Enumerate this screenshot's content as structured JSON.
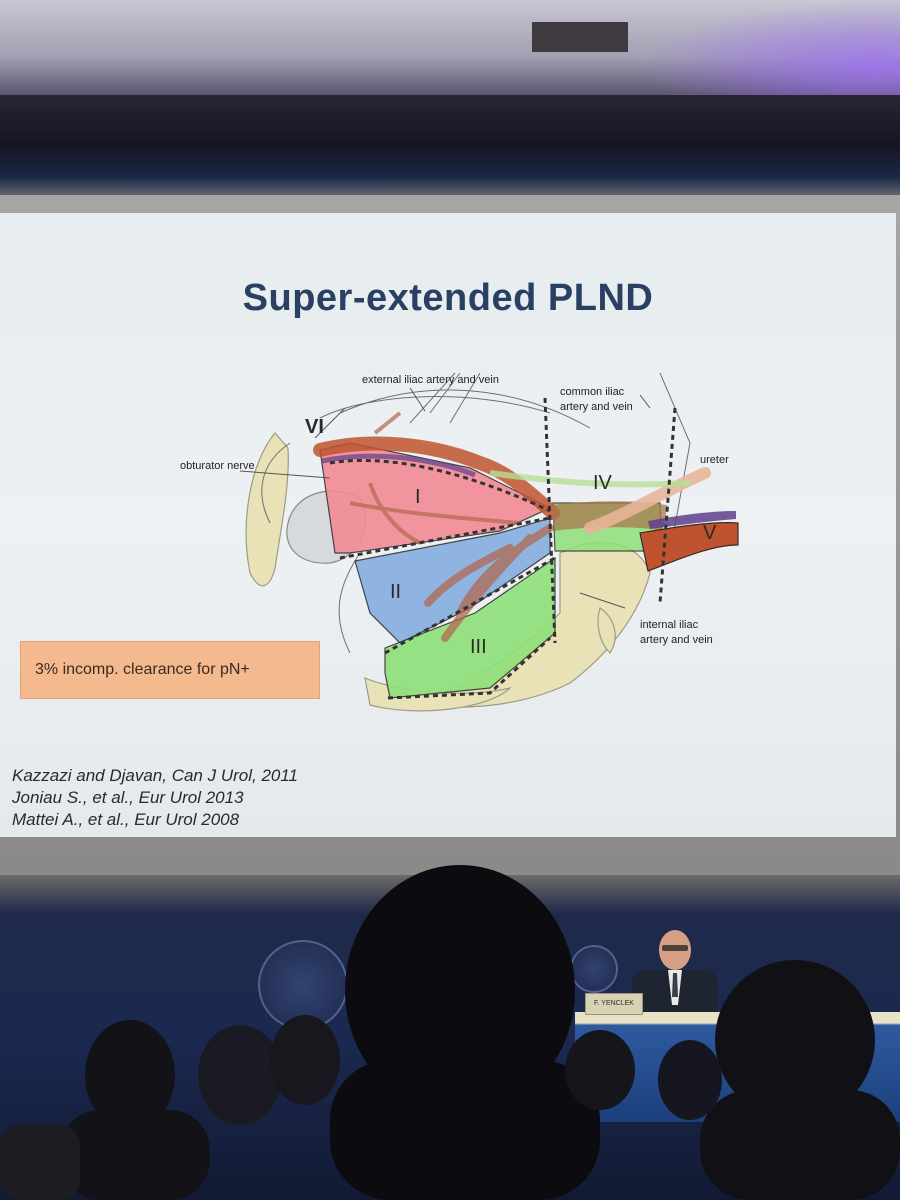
{
  "slide": {
    "title": "Super-extended PLND",
    "callout": "3% incomp. clearance for pN+",
    "references": [
      "Kazzazi and Djavan, Can J Urol, 2011",
      "Joniau S., et al., Eur Urol 2013",
      "Mattei A., et al., Eur Urol 2008"
    ]
  },
  "diagram": {
    "labels": {
      "external_iliac": "external iliac artery and vein",
      "common_iliac_line1": "common iliac",
      "common_iliac_line2": "artery and vein",
      "obturator": "obturator nerve",
      "ureter": "ureter",
      "internal_iliac_line1": "internal iliac",
      "internal_iliac_line2": "artery and vein"
    },
    "zones": {
      "zone1": "I",
      "zone2": "II",
      "zone3": "III",
      "zone4": "IV",
      "zone5": "V",
      "zone6": "VI"
    },
    "colors": {
      "zone1": "#f28b95",
      "zone2": "#86aee0",
      "zone3": "#8fe07a",
      "zone4": "#8fe07a",
      "vessel": "#c0532f"
    }
  },
  "stage": {
    "nameplate": "F. YENCLEK"
  }
}
